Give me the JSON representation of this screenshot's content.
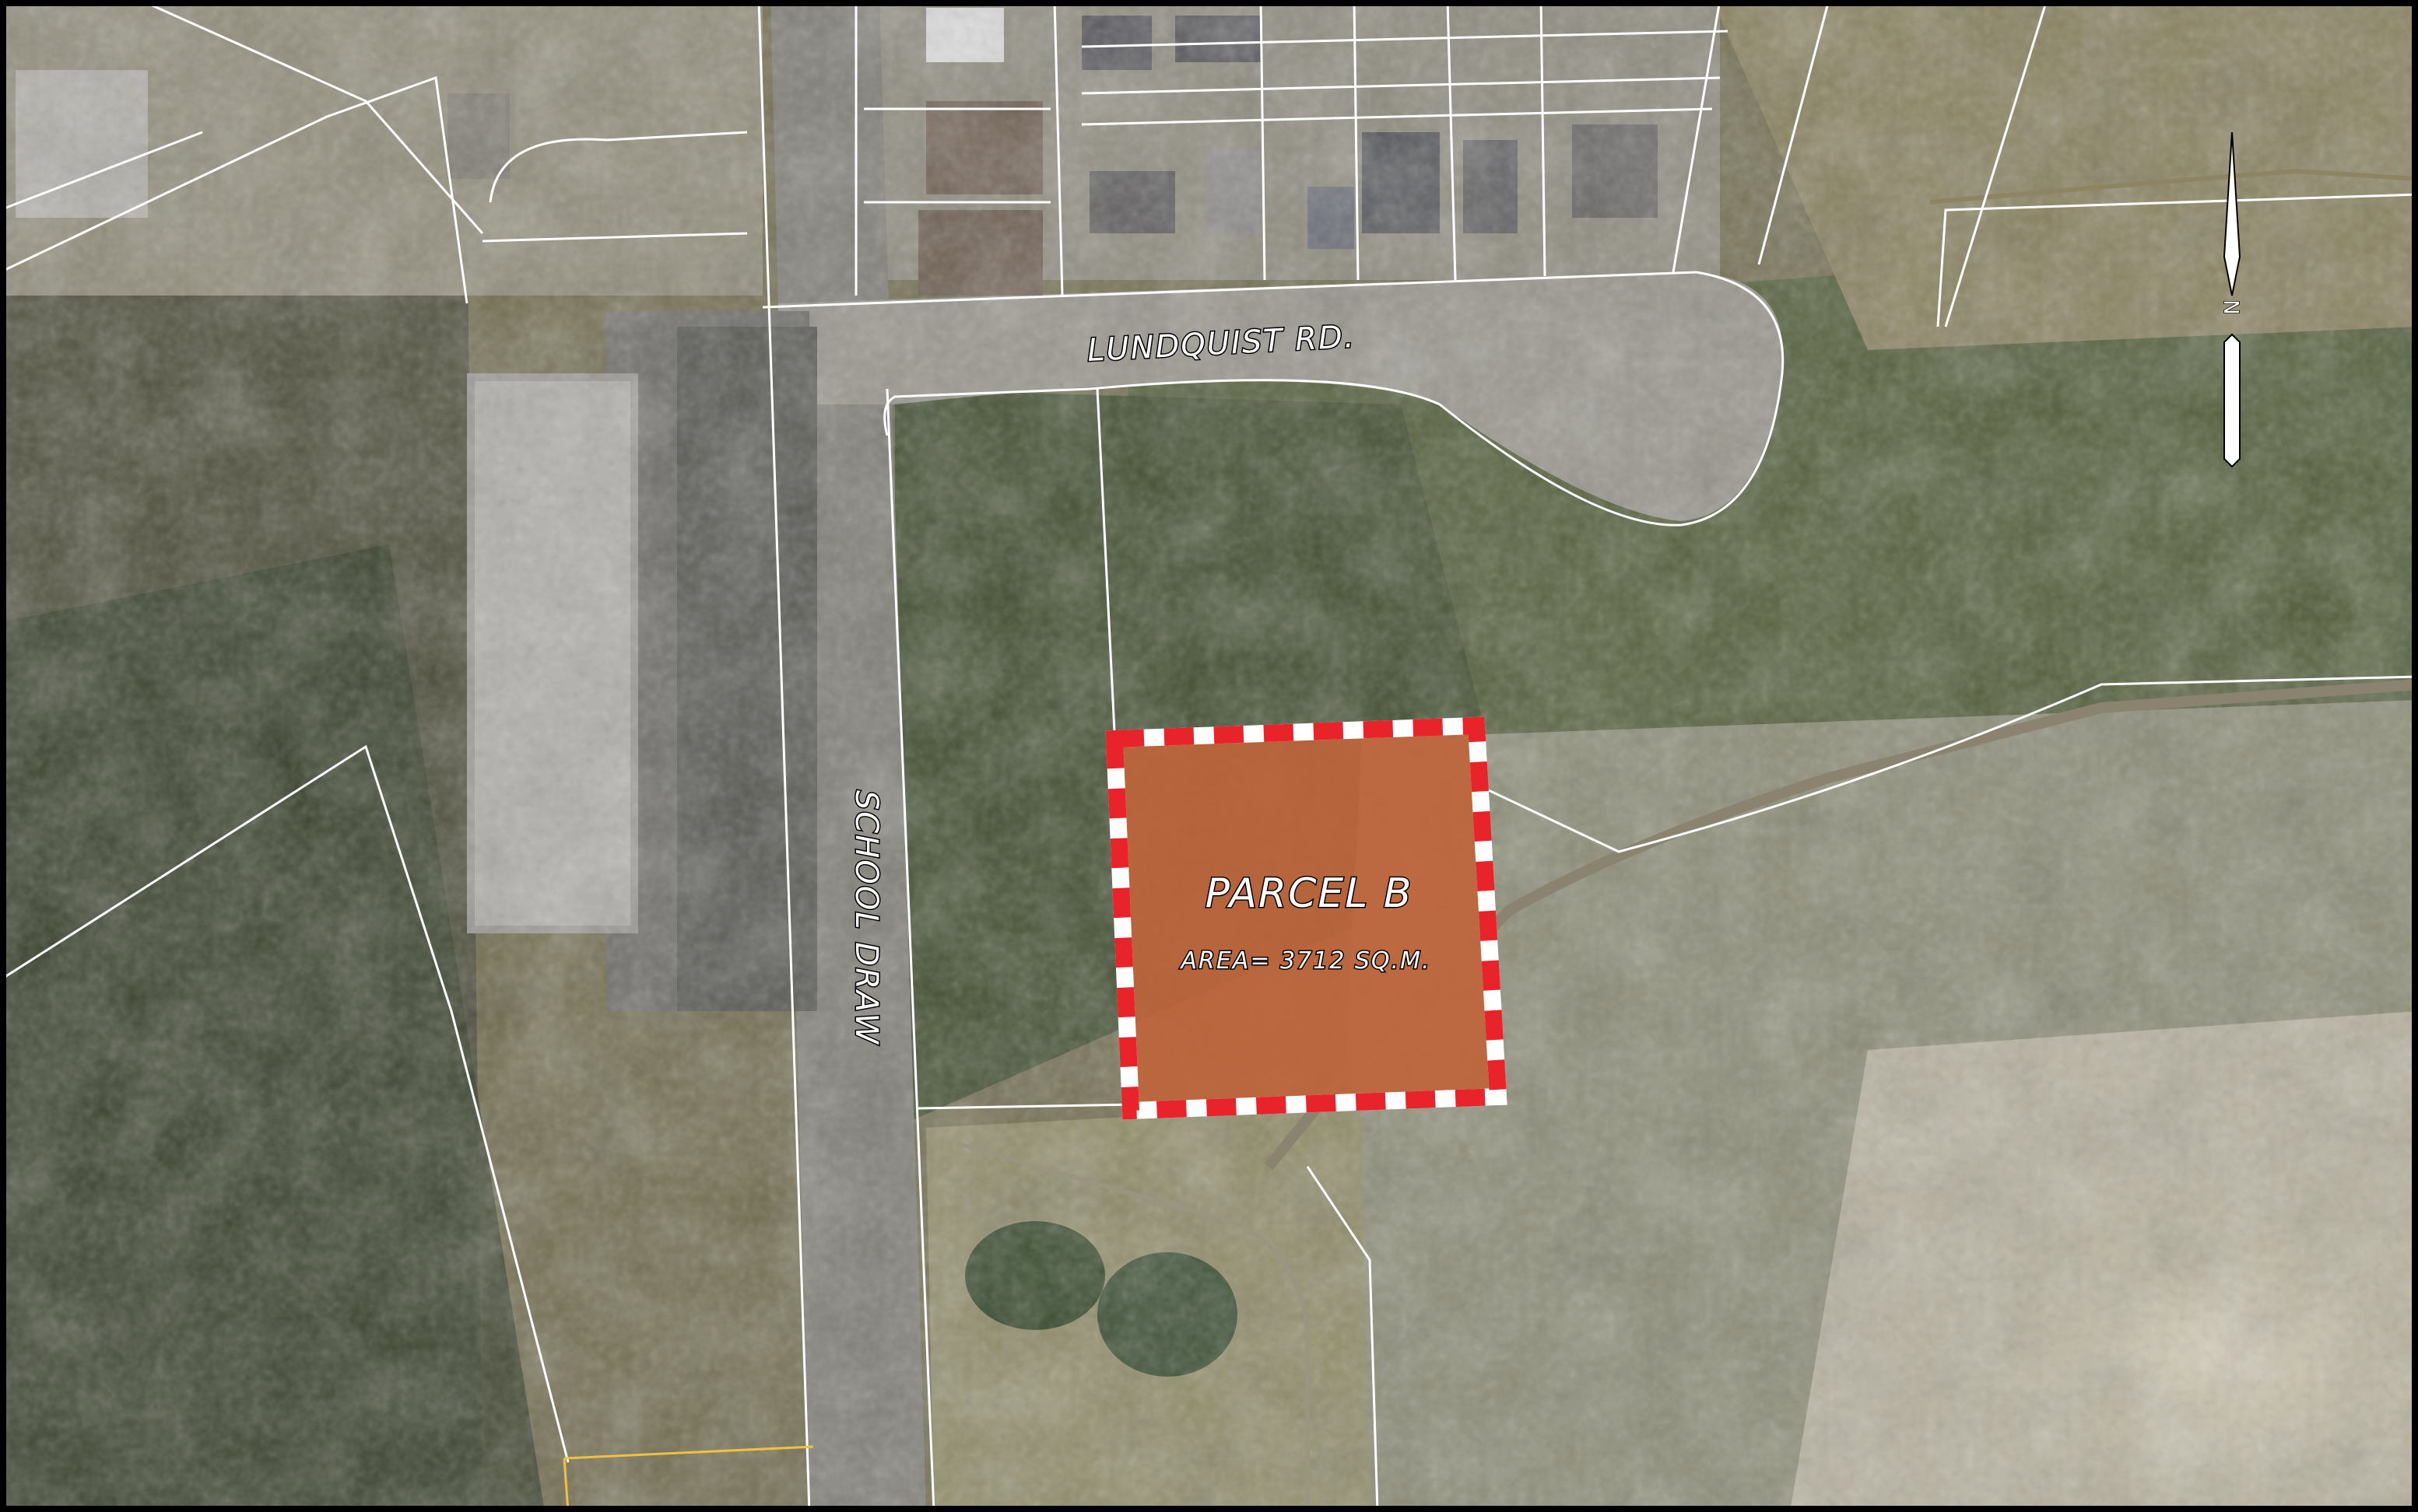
{
  "map": {
    "road_labels": {
      "lundquist": "LUNDQUIST RD.",
      "school_draw": "SCHOOL DRAW"
    },
    "parcel": {
      "name": "PARCEL B",
      "area": "AREA= 3712 SQ.M."
    },
    "north_arrow_label": "N",
    "colors": {
      "parcel_fill": "#c0643a",
      "parcel_border_red": "#e8232a",
      "parcel_border_white": "#ffffff",
      "boundary_lines": "#ffffff",
      "yellow_lot_line": "#f0c040",
      "terrain_base": "#6f6a4c",
      "forest": "#2e3a22",
      "road": "#7d7b73"
    },
    "icons": [
      "north-arrow-icon"
    ]
  }
}
